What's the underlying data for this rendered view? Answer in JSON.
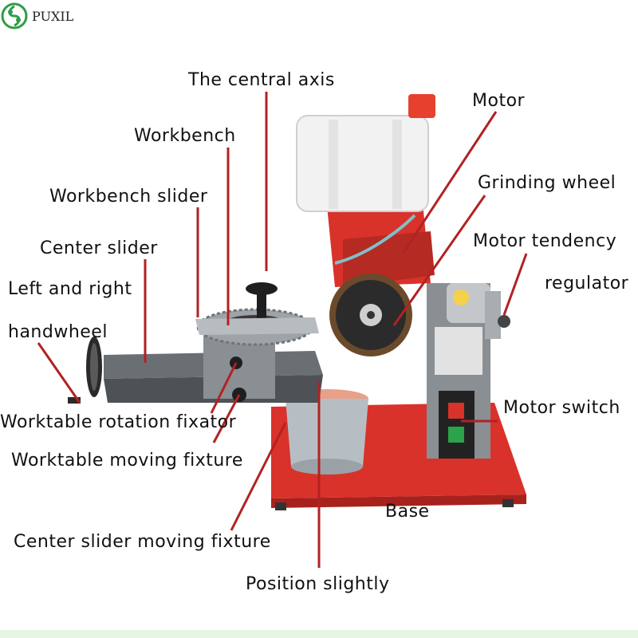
{
  "brand": {
    "name": "PUXIL",
    "logo_icon": "swirl-logo-icon",
    "color": "#2e9e48"
  },
  "labels": {
    "central_axis": "The central axis",
    "motor": "Motor",
    "workbench": "Workbench",
    "grinding_wheel": "Grinding wheel",
    "workbench_slider": "Workbench slider",
    "motor_tendency": "Motor tendency",
    "center_slider": "Center slider",
    "regulator": "regulator",
    "left_right": "Left and right",
    "handwheel": "handwheel",
    "worktable_rotation": "Worktable rotation fixator",
    "motor_switch": "Motor switch",
    "worktable_moving": "Worktable moving fixture",
    "base": "Base",
    "center_slider_moving": "Center slider moving fixture",
    "position_slightly": "Position slightly"
  },
  "colors": {
    "leader_line": "#b22222",
    "machine_red": "#d9322b",
    "machine_grey": "#8a8f94",
    "tank_white": "#f2f2f2"
  }
}
